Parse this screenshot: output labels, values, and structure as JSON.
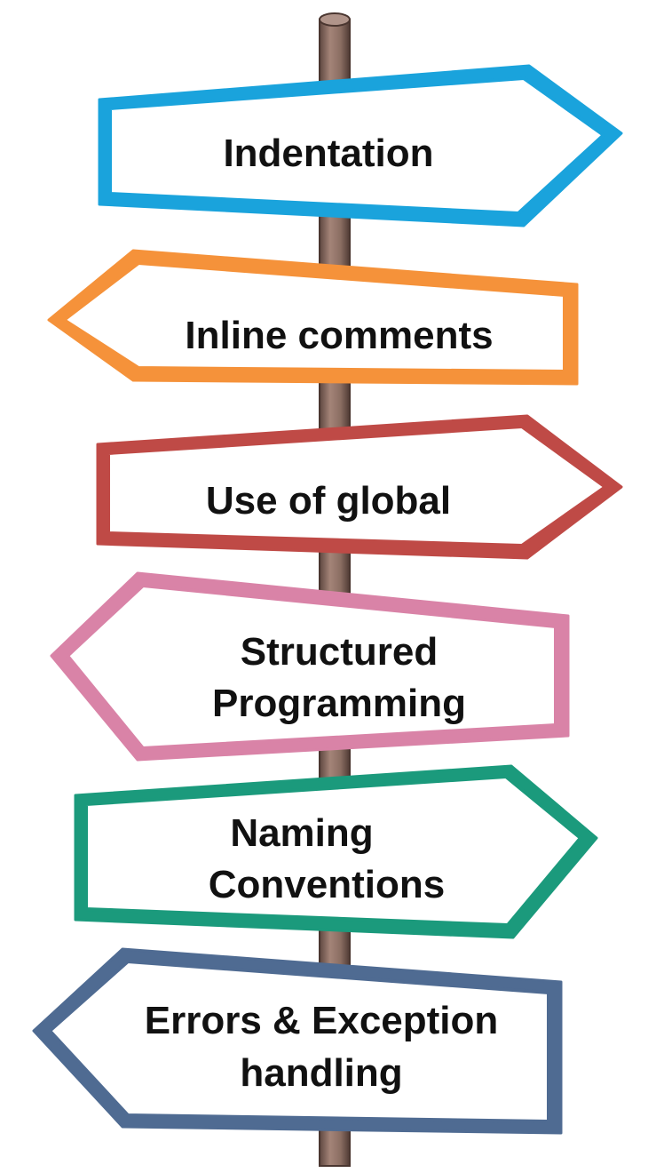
{
  "signpost": {
    "signs": [
      {
        "direction": "right",
        "color": "#1aa3dc",
        "lines": [
          "Indentation"
        ]
      },
      {
        "direction": "left",
        "color": "#f5923a",
        "lines": [
          "Inline comments"
        ]
      },
      {
        "direction": "right",
        "color": "#bf4a46",
        "lines": [
          "Use of global"
        ]
      },
      {
        "direction": "left",
        "color": "#d983a7",
        "lines": [
          "Structured",
          "Programming"
        ]
      },
      {
        "direction": "right",
        "color": "#1b9a7c",
        "lines": [
          "Naming",
          "Conventions"
        ]
      },
      {
        "direction": "left",
        "color": "#4f6b92",
        "lines": [
          "Errors & Exception",
          "handling"
        ]
      }
    ]
  },
  "colors": {
    "pole": "#8a6d62",
    "pole_dark": "#5e4740",
    "sign_fill": "#ffffff",
    "text": "#111111"
  }
}
